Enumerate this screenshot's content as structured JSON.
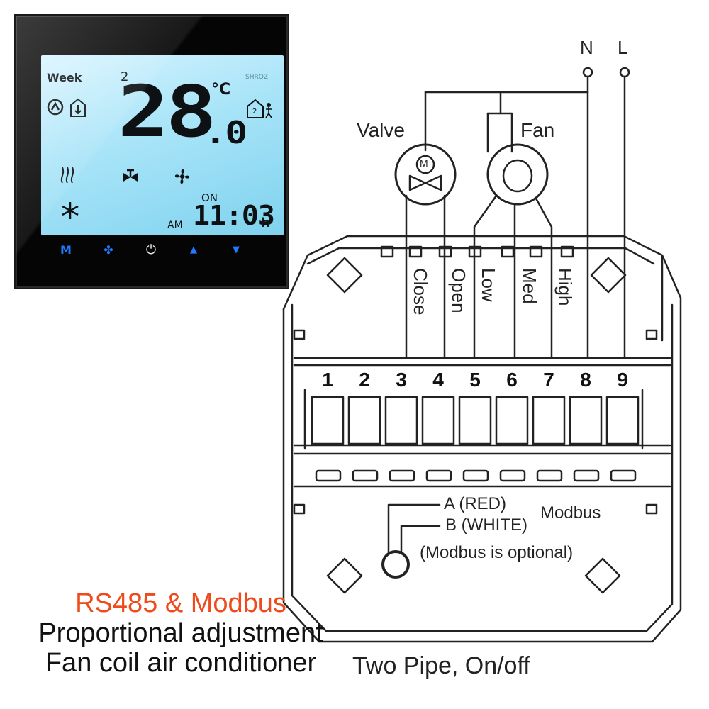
{
  "thermostat": {
    "week_label": "Week",
    "week_day": "2",
    "temperature_main": "28",
    "temperature_decimal": ".0",
    "temp_unit": "°C",
    "status": "ON",
    "ampm": "AM",
    "clock": "11:03",
    "hour_unit": "h",
    "brand_mark": "SHROZ",
    "touch_buttons": [
      {
        "name": "mode",
        "glyph": "M",
        "icon": "mode-icon"
      },
      {
        "name": "fan",
        "glyph": "✤",
        "icon": "fan-icon"
      },
      {
        "name": "power",
        "glyph": "⏻",
        "icon": "power-icon"
      },
      {
        "name": "up",
        "glyph": "▲",
        "icon": "up-arrow-icon"
      },
      {
        "name": "down",
        "glyph": "▼",
        "icon": "down-arrow-icon"
      }
    ],
    "button_color": "#1e7bff"
  },
  "wiring": {
    "power_terminals": [
      "N",
      "L"
    ],
    "valve_label": "Valve",
    "fan_label": "Fan",
    "valve_motor_label": "M",
    "terminal_labels": [
      "Close",
      "Open",
      "Low",
      "Med",
      "High"
    ],
    "terminal_numbers": [
      "1",
      "2",
      "3",
      "4",
      "5",
      "6",
      "7",
      "8",
      "9"
    ],
    "modbus": {
      "a_label": "A (RED)",
      "b_label": "B (WHITE)",
      "title": "Modbus",
      "note": "(Modbus is optional)"
    },
    "footer": "Two Pipe, On/off"
  },
  "captions": {
    "line1": "RS485 & Modbus",
    "line2": "Proportional adjustment",
    "line3": "Fan coil air conditioner",
    "accent_color": "#ee4a1c"
  }
}
